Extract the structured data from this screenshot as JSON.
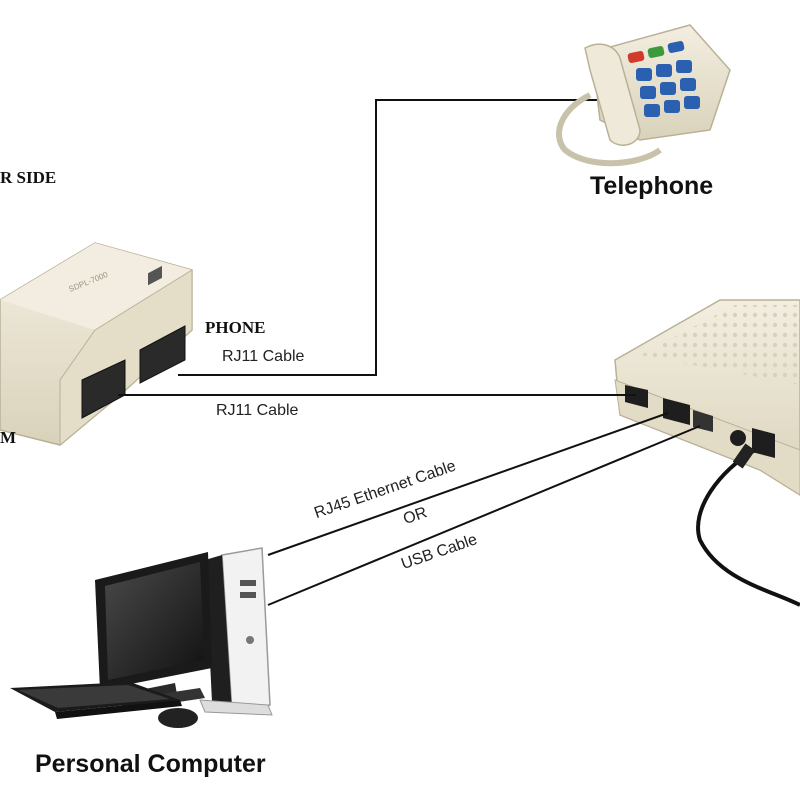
{
  "labels": {
    "splitter_side": "R SIDE",
    "phone_port": "PHONE",
    "modem_port": "M",
    "telephone": "Telephone",
    "personal_computer": "Personal Computer"
  },
  "cables": {
    "phone_cable": "RJ11 Cable",
    "modem_cable": "RJ11 Cable",
    "ethernet_cable": "RJ45 Ethernet Cable",
    "or": "OR",
    "usb_cable": "USB Cable"
  },
  "colors": {
    "device_body": "#ece6d3",
    "device_shadow": "#cfc7ae",
    "cable": "#111111",
    "keypad_blue": "#2b5fb0",
    "key_red": "#d23a2a",
    "key_green": "#3c9a3c",
    "monitor": "#222222"
  }
}
